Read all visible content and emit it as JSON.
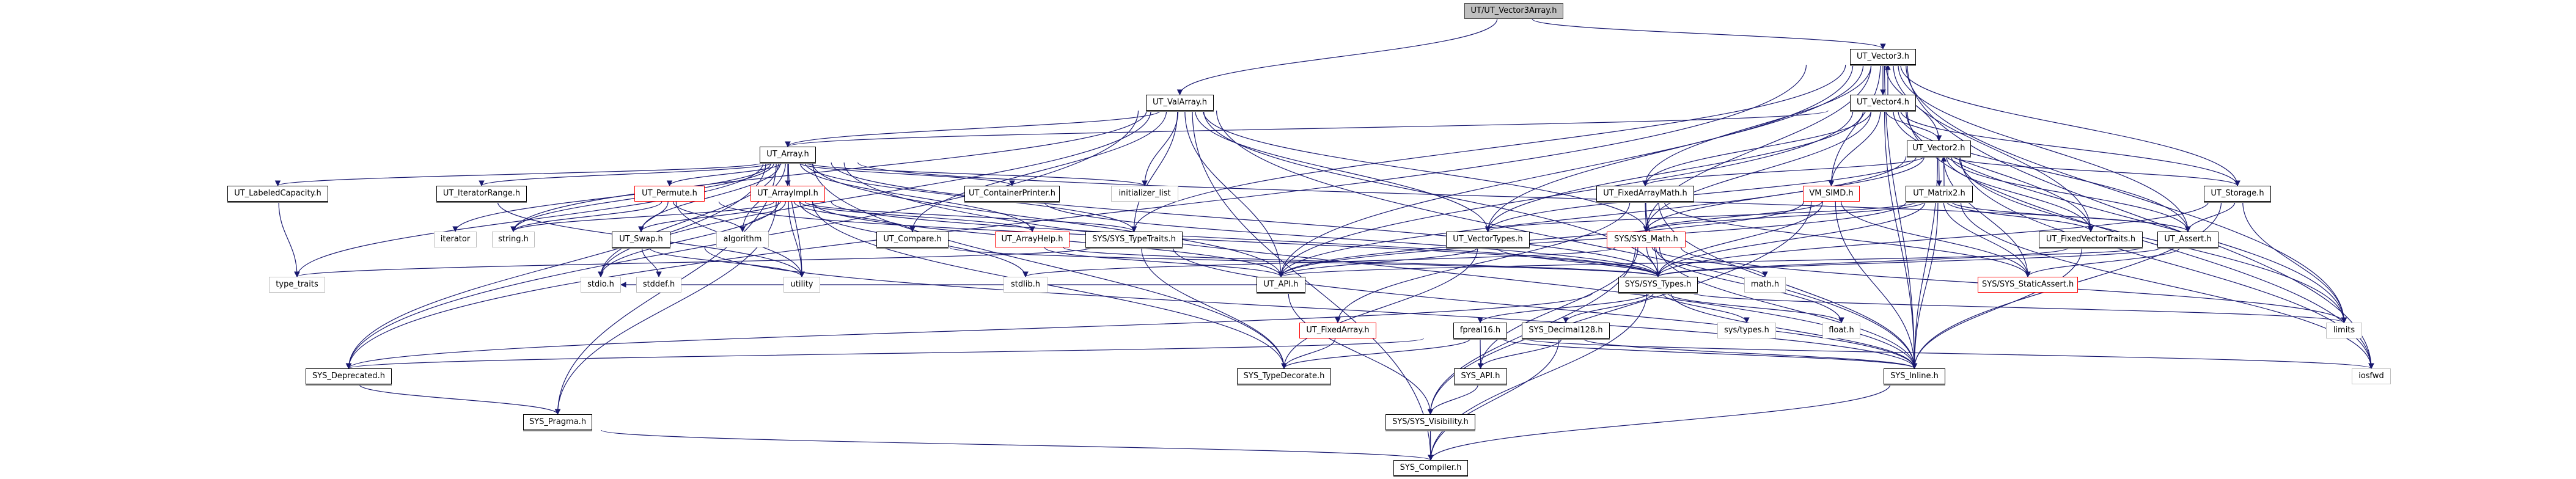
{
  "graph": {
    "title": "Include dependency graph for UT/UT_Vector3Array.h",
    "edge_color": "#191970",
    "nodes": [
      {
        "id": "root",
        "label": "UT/UT_Vector3Array.h",
        "kind": "root"
      },
      {
        "id": "v3",
        "label": "UT_Vector3.h",
        "kind": "doc"
      },
      {
        "id": "v4",
        "label": "UT_Vector4.h",
        "kind": "doc"
      },
      {
        "id": "valarray",
        "label": "UT_ValArray.h",
        "kind": "doc"
      },
      {
        "id": "array",
        "label": "UT_Array.h",
        "kind": "doc"
      },
      {
        "id": "v2",
        "label": "UT_Vector2.h",
        "kind": "doc"
      },
      {
        "id": "labcap",
        "label": "UT_LabeledCapacity.h",
        "kind": "doc"
      },
      {
        "id": "iterrange",
        "label": "UT_IteratorRange.h",
        "kind": "doc"
      },
      {
        "id": "permute",
        "label": "UT_Permute.h",
        "kind": "red"
      },
      {
        "id": "arrayimpl",
        "label": "UT_ArrayImpl.h",
        "kind": "red"
      },
      {
        "id": "contprint",
        "label": "UT_ContainerPrinter.h",
        "kind": "doc"
      },
      {
        "id": "initlist",
        "label": "initializer_list",
        "kind": "ext"
      },
      {
        "id": "fixedarrmath",
        "label": "UT_FixedArrayMath.h",
        "kind": "doc"
      },
      {
        "id": "vmsimd",
        "label": "VM_SIMD.h",
        "kind": "red"
      },
      {
        "id": "matrix2",
        "label": "UT_Matrix2.h",
        "kind": "doc"
      },
      {
        "id": "storage",
        "label": "UT_Storage.h",
        "kind": "doc"
      },
      {
        "id": "iterator",
        "label": "iterator",
        "kind": "ext"
      },
      {
        "id": "string",
        "label": "string.h",
        "kind": "ext"
      },
      {
        "id": "swap",
        "label": "UT_Swap.h",
        "kind": "doc"
      },
      {
        "id": "algorithm",
        "label": "algorithm",
        "kind": "ext"
      },
      {
        "id": "compare",
        "label": "UT_Compare.h",
        "kind": "doc"
      },
      {
        "id": "arrayhelp",
        "label": "UT_ArrayHelp.h",
        "kind": "red"
      },
      {
        "id": "typetraits",
        "label": "SYS/SYS_TypeTraits.h",
        "kind": "doc"
      },
      {
        "id": "vectypes",
        "label": "UT_VectorTypes.h",
        "kind": "doc"
      },
      {
        "id": "sysmath",
        "label": "SYS/SYS_Math.h",
        "kind": "red"
      },
      {
        "id": "fixedvectraits",
        "label": "UT_FixedVectorTraits.h",
        "kind": "doc"
      },
      {
        "id": "assert",
        "label": "UT_Assert.h",
        "kind": "doc"
      },
      {
        "id": "stdtypetraits",
        "label": "type_traits",
        "kind": "ext"
      },
      {
        "id": "stdio",
        "label": "stdio.h",
        "kind": "ext"
      },
      {
        "id": "stddef",
        "label": "stddef.h",
        "kind": "ext"
      },
      {
        "id": "utility",
        "label": "utility",
        "kind": "ext"
      },
      {
        "id": "stdlib",
        "label": "stdlib.h",
        "kind": "ext"
      },
      {
        "id": "utapi",
        "label": "UT_API.h",
        "kind": "doc"
      },
      {
        "id": "systypes",
        "label": "SYS/SYS_Types.h",
        "kind": "doc"
      },
      {
        "id": "mathh",
        "label": "math.h",
        "kind": "ext"
      },
      {
        "id": "staticassert",
        "label": "SYS/SYS_StaticAssert.h",
        "kind": "red"
      },
      {
        "id": "fixedarray",
        "label": "UT_FixedArray.h",
        "kind": "red"
      },
      {
        "id": "fpreal16",
        "label": "fpreal16.h",
        "kind": "doc"
      },
      {
        "id": "decimal128",
        "label": "SYS_Decimal128.h",
        "kind": "doc"
      },
      {
        "id": "systypesh",
        "label": "sys/types.h",
        "kind": "ext"
      },
      {
        "id": "floath",
        "label": "float.h",
        "kind": "ext"
      },
      {
        "id": "limits",
        "label": "limits",
        "kind": "ext"
      },
      {
        "id": "deprecated",
        "label": "SYS_Deprecated.h",
        "kind": "doc"
      },
      {
        "id": "typedecorate",
        "label": "SYS_TypeDecorate.h",
        "kind": "doc"
      },
      {
        "id": "sysapi",
        "label": "SYS_API.h",
        "kind": "doc"
      },
      {
        "id": "inline",
        "label": "SYS_Inline.h",
        "kind": "doc"
      },
      {
        "id": "iosfwd",
        "label": "iosfwd",
        "kind": "ext"
      },
      {
        "id": "pragma",
        "label": "SYS_Pragma.h",
        "kind": "doc"
      },
      {
        "id": "visibility",
        "label": "SYS/SYS_Visibility.h",
        "kind": "doc"
      },
      {
        "id": "compiler",
        "label": "SYS_Compiler.h",
        "kind": "doc"
      }
    ],
    "edges": [
      [
        "root",
        "v3"
      ],
      [
        "root",
        "valarray"
      ],
      [
        "v3",
        "v4"
      ],
      [
        "v4",
        "v3"
      ],
      [
        "v3",
        "v2"
      ],
      [
        "v3",
        "utapi"
      ],
      [
        "v3",
        "assert"
      ],
      [
        "v3",
        "fixedarrmath"
      ],
      [
        "v3",
        "fixedvectraits"
      ],
      [
        "v3",
        "storage"
      ],
      [
        "v3",
        "vectypes"
      ],
      [
        "v3",
        "sysmath"
      ],
      [
        "v3",
        "typetraits"
      ],
      [
        "v3",
        "limits"
      ],
      [
        "v3",
        "iosfwd"
      ],
      [
        "v3",
        "inline"
      ],
      [
        "v3",
        "deprecated"
      ],
      [
        "v3",
        "vmsimd"
      ],
      [
        "v4",
        "v2"
      ],
      [
        "v4",
        "utapi"
      ],
      [
        "v4",
        "assert"
      ],
      [
        "v4",
        "fixedarrmath"
      ],
      [
        "v4",
        "fixedvectraits"
      ],
      [
        "v4",
        "storage"
      ],
      [
        "v4",
        "vectypes"
      ],
      [
        "v4",
        "sysmath"
      ],
      [
        "v4",
        "limits"
      ],
      [
        "v4",
        "iosfwd"
      ],
      [
        "v4",
        "inline"
      ],
      [
        "v4",
        "vmsimd"
      ],
      [
        "v4",
        "array"
      ],
      [
        "v2",
        "matrix2"
      ],
      [
        "matrix2",
        "v2"
      ],
      [
        "v2",
        "utapi"
      ],
      [
        "v2",
        "assert"
      ],
      [
        "v2",
        "fixedarrmath"
      ],
      [
        "v2",
        "fixedvectraits"
      ],
      [
        "v2",
        "storage"
      ],
      [
        "v2",
        "vectypes"
      ],
      [
        "v2",
        "sysmath"
      ],
      [
        "v2",
        "limits"
      ],
      [
        "v2",
        "iosfwd"
      ],
      [
        "v2",
        "inline"
      ],
      [
        "v2",
        "staticassert"
      ],
      [
        "matrix2",
        "assert"
      ],
      [
        "matrix2",
        "fixedvectraits"
      ],
      [
        "matrix2",
        "sysmath"
      ],
      [
        "matrix2",
        "staticassert"
      ],
      [
        "matrix2",
        "systypes"
      ],
      [
        "matrix2",
        "vectypes"
      ],
      [
        "matrix2",
        "iosfwd"
      ],
      [
        "matrix2",
        "inline"
      ],
      [
        "matrix2",
        "utapi"
      ],
      [
        "valarray",
        "array"
      ],
      [
        "valarray",
        "initlist"
      ],
      [
        "valarray",
        "utapi"
      ],
      [
        "valarray",
        "typetraits"
      ],
      [
        "valarray",
        "sysmath"
      ],
      [
        "valarray",
        "systypes"
      ],
      [
        "valarray",
        "vectypes"
      ],
      [
        "valarray",
        "compare"
      ],
      [
        "valarray",
        "deprecated"
      ],
      [
        "valarray",
        "compiler"
      ],
      [
        "valarray",
        "inline"
      ],
      [
        "valarray",
        "stdio"
      ],
      [
        "valarray",
        "string"
      ],
      [
        "array",
        "labcap"
      ],
      [
        "array",
        "iterrange"
      ],
      [
        "array",
        "permute"
      ],
      [
        "array",
        "arrayimpl"
      ],
      [
        "array",
        "contprint"
      ],
      [
        "array",
        "initlist"
      ],
      [
        "array",
        "arrayhelp"
      ],
      [
        "array",
        "typetraits"
      ],
      [
        "array",
        "utapi"
      ],
      [
        "array",
        "systypes"
      ],
      [
        "array",
        "iterator"
      ],
      [
        "array",
        "string"
      ],
      [
        "array",
        "stdtypetraits"
      ],
      [
        "array",
        "algorithm"
      ],
      [
        "array",
        "utility"
      ],
      [
        "array",
        "deprecated"
      ],
      [
        "array",
        "typedecorate"
      ],
      [
        "array",
        "inline"
      ],
      [
        "array",
        "pragma"
      ],
      [
        "array",
        "stdio"
      ],
      [
        "array",
        "swap"
      ],
      [
        "array",
        "assert"
      ],
      [
        "labcap",
        "stdtypetraits"
      ],
      [
        "iterrange",
        "utility"
      ],
      [
        "permute",
        "swap"
      ],
      [
        "permute",
        "algorithm"
      ],
      [
        "permute",
        "utility"
      ],
      [
        "permute",
        "string"
      ],
      [
        "permute",
        "systypes"
      ],
      [
        "arrayimpl",
        "swap"
      ],
      [
        "arrayimpl",
        "algorithm"
      ],
      [
        "arrayimpl",
        "compare"
      ],
      [
        "arrayimpl",
        "arrayhelp"
      ],
      [
        "arrayimpl",
        "typetraits"
      ],
      [
        "arrayimpl",
        "utility"
      ],
      [
        "arrayimpl",
        "stdlib"
      ],
      [
        "arrayimpl",
        "stdio"
      ],
      [
        "arrayimpl",
        "string"
      ],
      [
        "arrayimpl",
        "utapi"
      ],
      [
        "arrayimpl",
        "systypes"
      ],
      [
        "arrayimpl",
        "pragma"
      ],
      [
        "arrayimpl",
        "typedecorate"
      ],
      [
        "contprint",
        "systypes"
      ],
      [
        "swap",
        "stddef"
      ],
      [
        "swap",
        "utility"
      ],
      [
        "swap",
        "inline"
      ],
      [
        "compare",
        "systypes"
      ],
      [
        "arrayhelp",
        "utapi"
      ],
      [
        "arrayhelp",
        "systypes"
      ],
      [
        "typetraits",
        "stdtypetraits"
      ],
      [
        "typetraits",
        "typedecorate"
      ],
      [
        "typetraits",
        "inline"
      ],
      [
        "vectypes",
        "systypes"
      ],
      [
        "vectypes",
        "utapi"
      ],
      [
        "vectypes",
        "typedecorate"
      ],
      [
        "fixedarrmath",
        "sysmath"
      ],
      [
        "fixedarrmath",
        "systypes"
      ],
      [
        "fixedarrmath",
        "fixedarray"
      ],
      [
        "fixedarrmath",
        "inline"
      ],
      [
        "fixedarrmath",
        "staticassert"
      ],
      [
        "vmsimd",
        "sysmath"
      ],
      [
        "vmsimd",
        "systypes"
      ],
      [
        "vmsimd",
        "inline"
      ],
      [
        "vmsimd",
        "visibility"
      ],
      [
        "vmsimd",
        "staticassert"
      ],
      [
        "vmsimd",
        "utapi"
      ],
      [
        "storage",
        "assert"
      ],
      [
        "storage",
        "systypes"
      ],
      [
        "storage",
        "inline"
      ],
      [
        "storage",
        "limits"
      ],
      [
        "fixedvectraits",
        "systypes"
      ],
      [
        "fixedvectraits",
        "inline"
      ],
      [
        "assert",
        "utapi"
      ],
      [
        "assert",
        "staticassert"
      ],
      [
        "assert",
        "systypes"
      ],
      [
        "sysmath",
        "systypes"
      ],
      [
        "sysmath",
        "mathh"
      ],
      [
        "sysmath",
        "floath"
      ],
      [
        "sysmath",
        "limits"
      ],
      [
        "sysmath",
        "stdlib"
      ],
      [
        "sysmath",
        "inline"
      ],
      [
        "sysmath",
        "sysapi"
      ],
      [
        "sysmath",
        "visibility"
      ],
      [
        "utapi",
        "visibility"
      ],
      [
        "utapi",
        "stdio"
      ],
      [
        "systypes",
        "fpreal16"
      ],
      [
        "systypes",
        "decimal128"
      ],
      [
        "systypes",
        "systypesh"
      ],
      [
        "systypes",
        "floath"
      ],
      [
        "systypes",
        "inline"
      ],
      [
        "systypes",
        "compiler"
      ],
      [
        "systypes",
        "limits"
      ],
      [
        "systypes",
        "deprecated"
      ],
      [
        "fixedarray",
        "typedecorate"
      ],
      [
        "fpreal16",
        "sysapi"
      ],
      [
        "fpreal16",
        "typedecorate"
      ],
      [
        "fpreal16",
        "inline"
      ],
      [
        "fpreal16",
        "deprecated"
      ],
      [
        "fpreal16",
        "iosfwd"
      ],
      [
        "decimal128",
        "sysapi"
      ],
      [
        "decimal128",
        "compiler"
      ],
      [
        "decimal128",
        "inline"
      ],
      [
        "deprecated",
        "pragma"
      ],
      [
        "sysapi",
        "visibility"
      ],
      [
        "visibility",
        "compiler"
      ],
      [
        "inline",
        "compiler"
      ],
      [
        "pragma",
        "compiler"
      ]
    ]
  }
}
